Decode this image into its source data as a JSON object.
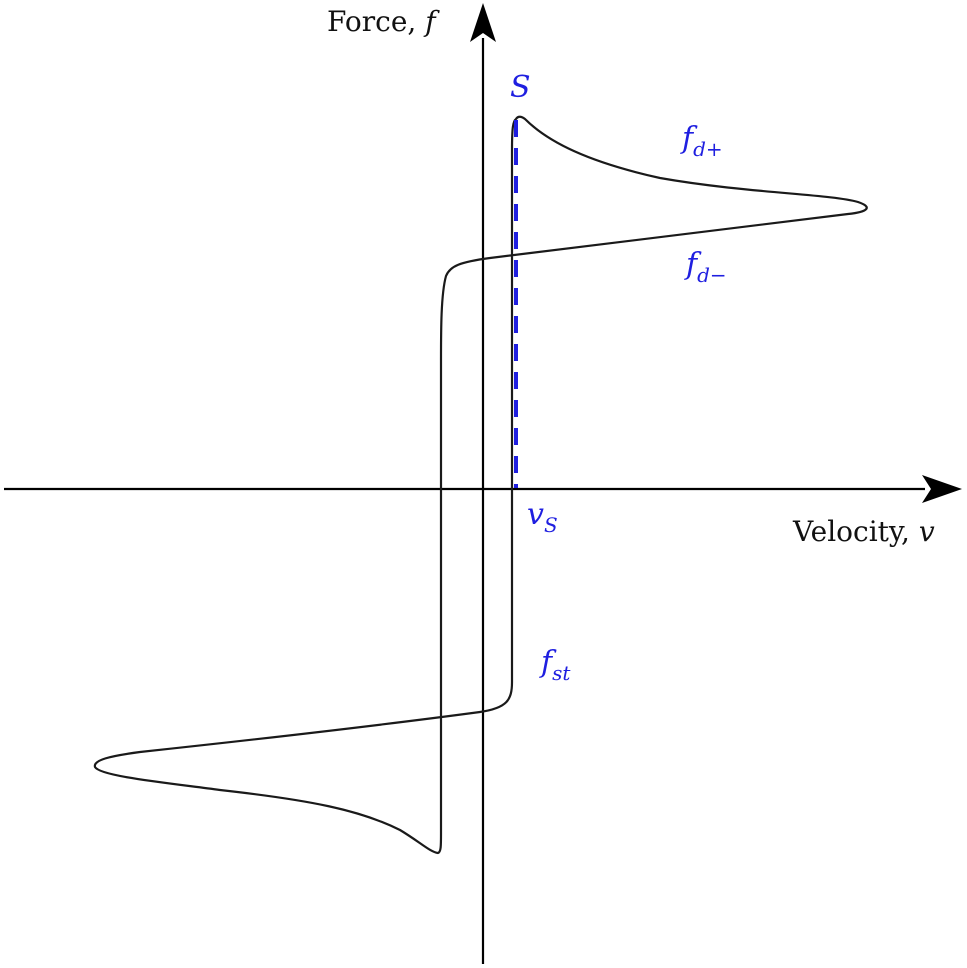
{
  "axes": {
    "y_title": "Force,",
    "y_var": "f",
    "x_title": "Velocity,",
    "x_var": "v"
  },
  "labels": {
    "peak": "S",
    "vs_main": "v",
    "vs_sub": "S",
    "fdplus_main": "f",
    "fdplus_sub": "d+",
    "fdminus_main": "f",
    "fdminus_sub": "d−",
    "fst_main": "f",
    "fst_sub": "st"
  },
  "colors": {
    "curve": "#1a1a1a",
    "axes": "#000000",
    "annotation": "#1f1fe0"
  }
}
